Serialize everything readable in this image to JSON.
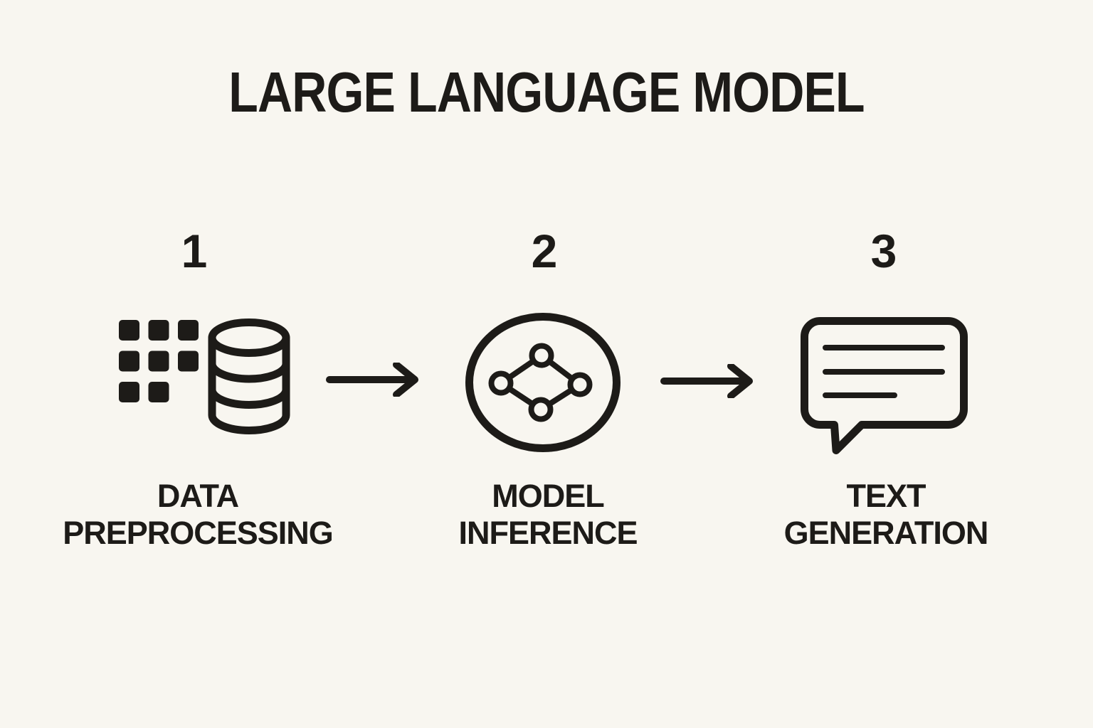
{
  "title": "LARGE LANGUAGE MODEL",
  "colors": {
    "ink": "#1d1b18",
    "bg": "#f8f6f0"
  },
  "steps": [
    {
      "number": "1",
      "label": "DATA\nPREPROCESSING",
      "icons": [
        "grid-icon",
        "database-icon"
      ]
    },
    {
      "number": "2",
      "label": "MODEL\nINFERENCE",
      "icons": [
        "network-diamond-icon"
      ]
    },
    {
      "number": "3",
      "label": "TEXT\nGENERATION",
      "icons": [
        "speech-bubble-icon"
      ]
    }
  ],
  "connectors": [
    {
      "type": "arrow-right"
    },
    {
      "type": "arrow-right"
    }
  ]
}
